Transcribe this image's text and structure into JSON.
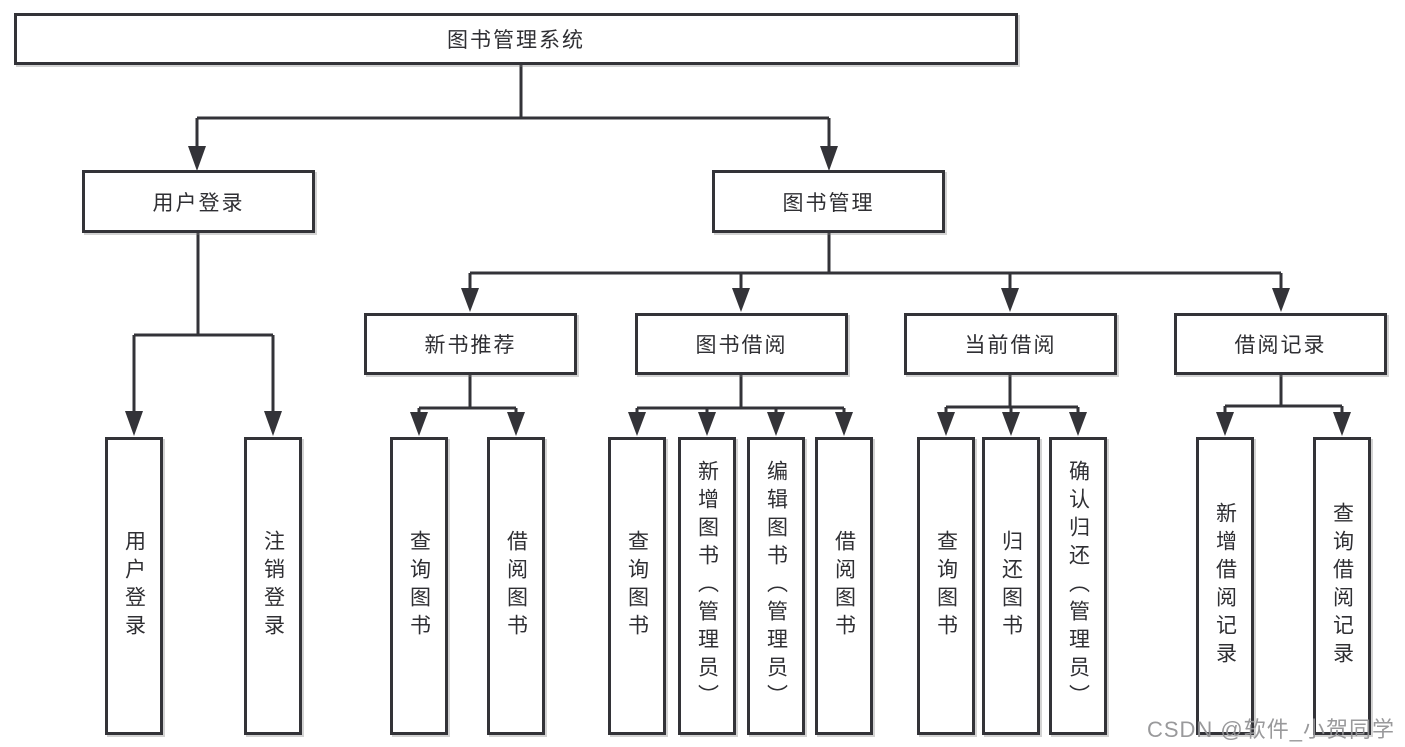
{
  "diagram_type": "hierarchy-tree",
  "colors": {
    "line": "#333338",
    "box_border": "#333338",
    "box_fill": "#ffffff",
    "text": "#2f2f33",
    "watermark": "#949496",
    "background": "#ffffff"
  },
  "tree": {
    "root": {
      "label": "图书管理系统",
      "children": [
        {
          "label": "用户登录",
          "children": [
            {
              "label": "用户登录"
            },
            {
              "label": "注销登录"
            }
          ]
        },
        {
          "label": "图书管理",
          "children": [
            {
              "label": "新书推荐",
              "children": [
                {
                  "label": "查询图书"
                },
                {
                  "label": "借阅图书"
                }
              ]
            },
            {
              "label": "图书借阅",
              "children": [
                {
                  "label": "查询图书"
                },
                {
                  "label": "新增图书（管理员）"
                },
                {
                  "label": "编辑图书（管理员）"
                },
                {
                  "label": "借阅图书"
                }
              ]
            },
            {
              "label": "当前借阅",
              "children": [
                {
                  "label": "查询图书"
                },
                {
                  "label": "归还图书"
                },
                {
                  "label": "确认归还（管理员）"
                }
              ]
            },
            {
              "label": "借阅记录",
              "children": [
                {
                  "label": "新增借阅记录"
                },
                {
                  "label": "查询借阅记录"
                }
              ]
            }
          ]
        }
      ]
    }
  },
  "watermark": {
    "text": "CSDN @软件_小贺同学"
  }
}
